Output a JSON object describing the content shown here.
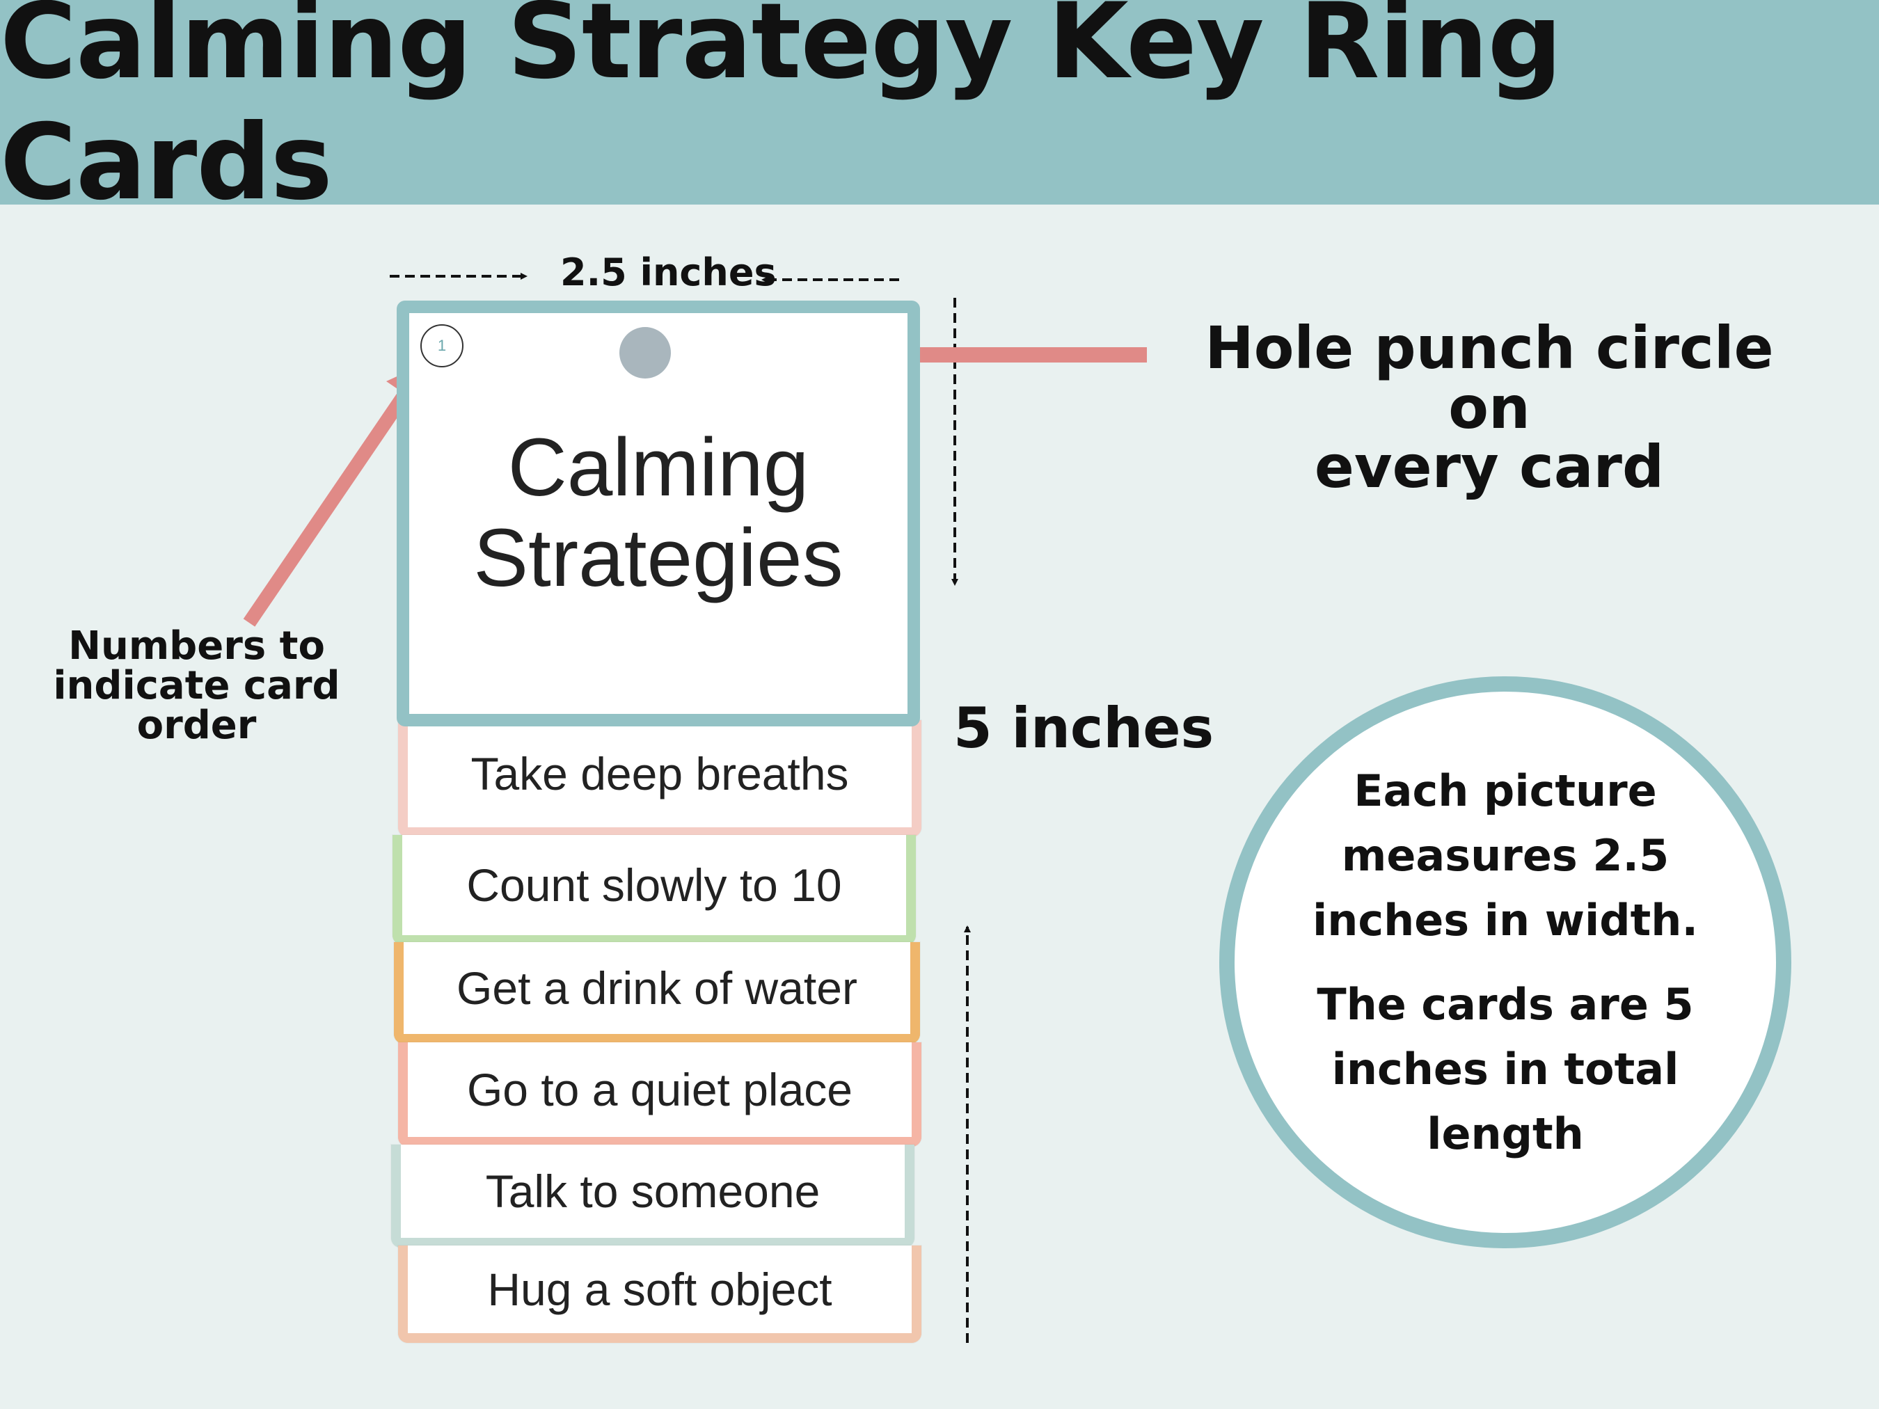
{
  "header": {
    "title": "Calming Strategy Key Ring Cards"
  },
  "dimensions": {
    "width_label": "2.5 inches",
    "length_label": "5 inches"
  },
  "title_card": {
    "number": "1",
    "line1": "Calming",
    "line2": "Strategies"
  },
  "strategy_cards": [
    {
      "label": "Take deep breaths",
      "color": "#f4cdc5"
    },
    {
      "label": "Count slowly to 10",
      "color": "#bfe0ad"
    },
    {
      "label": "Get a drink of water",
      "color": "#efb66c"
    },
    {
      "label": "Go to a quiet place",
      "color": "#f5b5a5"
    },
    {
      "label": "Talk to someone",
      "color": "#c6dcd6"
    },
    {
      "label": "Hug a soft object",
      "color": "#f1c6ad"
    }
  ],
  "annotations": {
    "hole_punch": {
      "line1": "Hole punch circle on",
      "line2": "every card"
    },
    "numbers": {
      "line1": "Numbers to",
      "line2": "indicate card",
      "line3": "order"
    }
  },
  "info": {
    "p1": "Each picture measures 2.5 inches in width.",
    "p2": "The cards are 5 inches in total length"
  },
  "colors": {
    "header": "#93c2c5",
    "background": "#e9f1f0",
    "arrow": "#e08a87"
  }
}
